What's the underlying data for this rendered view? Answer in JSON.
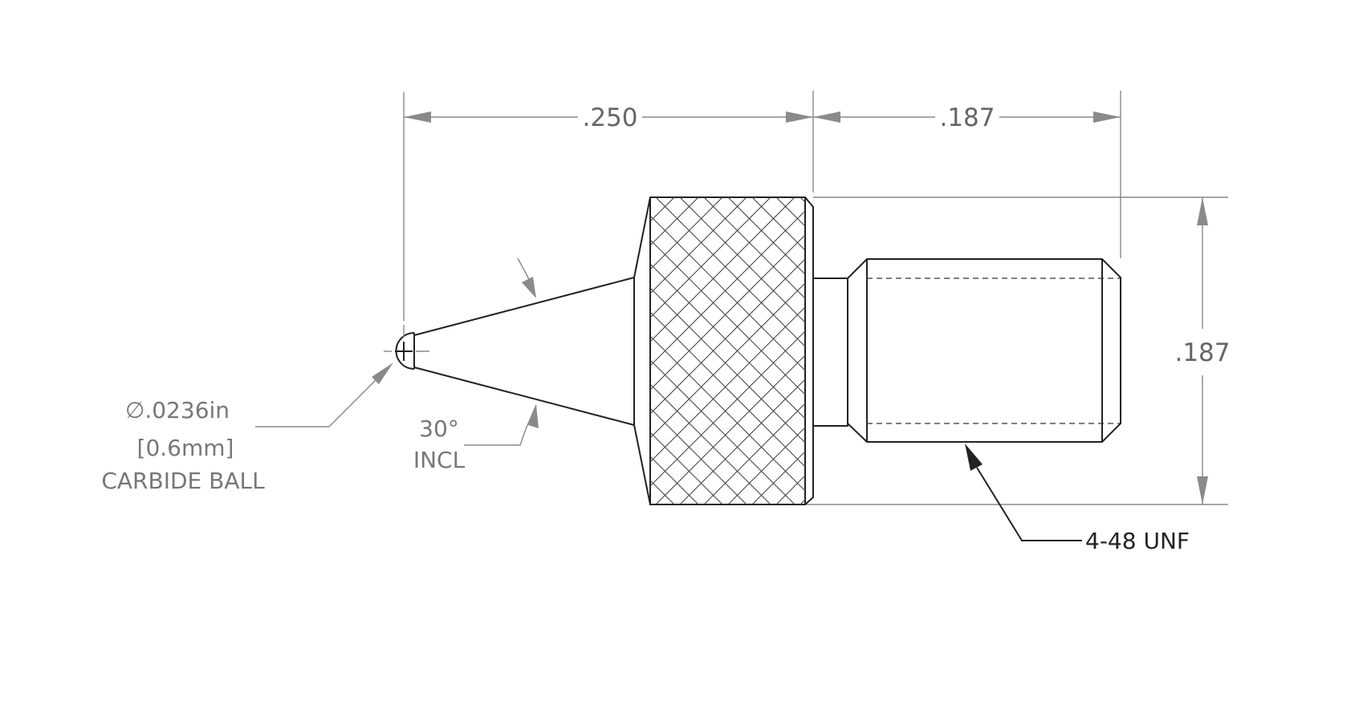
{
  "dimensions": {
    "tip_to_knurl": ".250",
    "thread_length": ".187",
    "thread_height": ".187"
  },
  "notes": {
    "ball_diameter": "∅.0236in",
    "ball_metric": "[0.6mm]",
    "ball_material": "CARBIDE BALL",
    "cone_angle": "30°",
    "cone_angle_qualifier": "INCL",
    "thread_spec": "4-48 UNF"
  }
}
